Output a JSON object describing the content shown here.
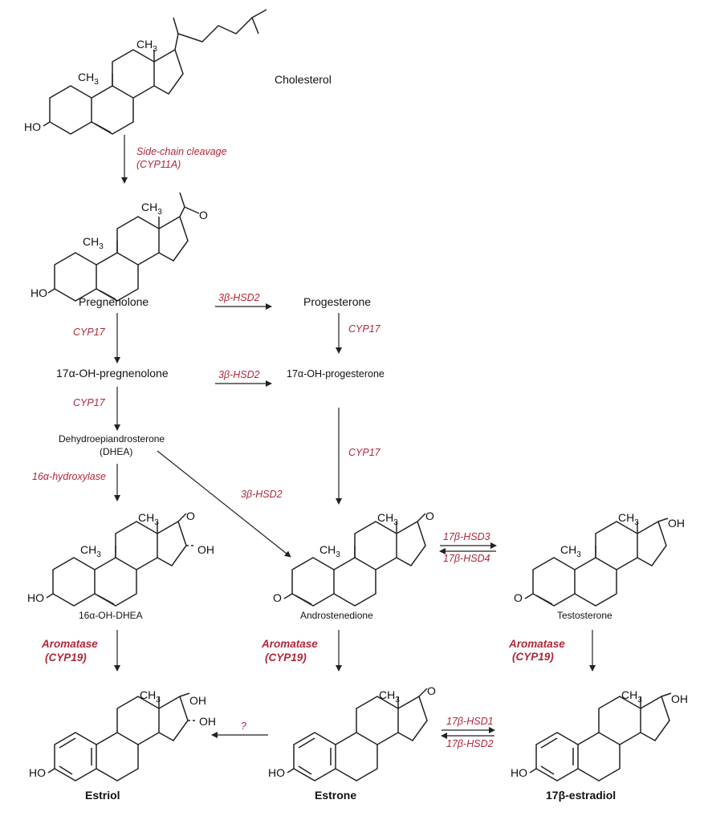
{
  "compounds": {
    "cholesterol": "Cholesterol",
    "pregnenolone": "Pregnenolone",
    "progesterone": "Progesterone",
    "oh_pregnenolone": "17α-OH-pregnenolone",
    "oh_progesterone": "17α-OH-progesterone",
    "dhea_1": "Dehydroepiandrosterone",
    "dhea_2": "(DHEA)",
    "oh_dhea": "16α-OH-DHEA",
    "androstenedione": "Androstenedione",
    "testosterone": "Testosterone",
    "estriol": "Estriol",
    "estrone": "Estrone",
    "estradiol": "17β-estradiol"
  },
  "enzymes": {
    "scc_1": "Side-chain cleavage",
    "scc_2": "(CYP11A)",
    "hsd3_a": "3β-HSD2",
    "hsd3_b": "3β-HSD2",
    "hsd3_c": "3β-HSD2",
    "cyp17_a": "CYP17",
    "cyp17_b": "CYP17",
    "cyp17_c": "CYP17",
    "cyp17_d": "CYP17",
    "hydroxylase": "16α-hydroxylase",
    "hsd17_3": "17β-HSD3",
    "hsd17_4": "17β-HSD4",
    "hsd17_1": "17β-HSD1",
    "hsd17_2": "17β-HSD2",
    "aromatase": "Aromatase",
    "cyp19": "(CYP19)",
    "unknown": "?"
  },
  "atoms": {
    "ho": "HO",
    "oh": "OH",
    "o": "O",
    "ch3_c": "CH",
    "ch3_sub": "3"
  }
}
